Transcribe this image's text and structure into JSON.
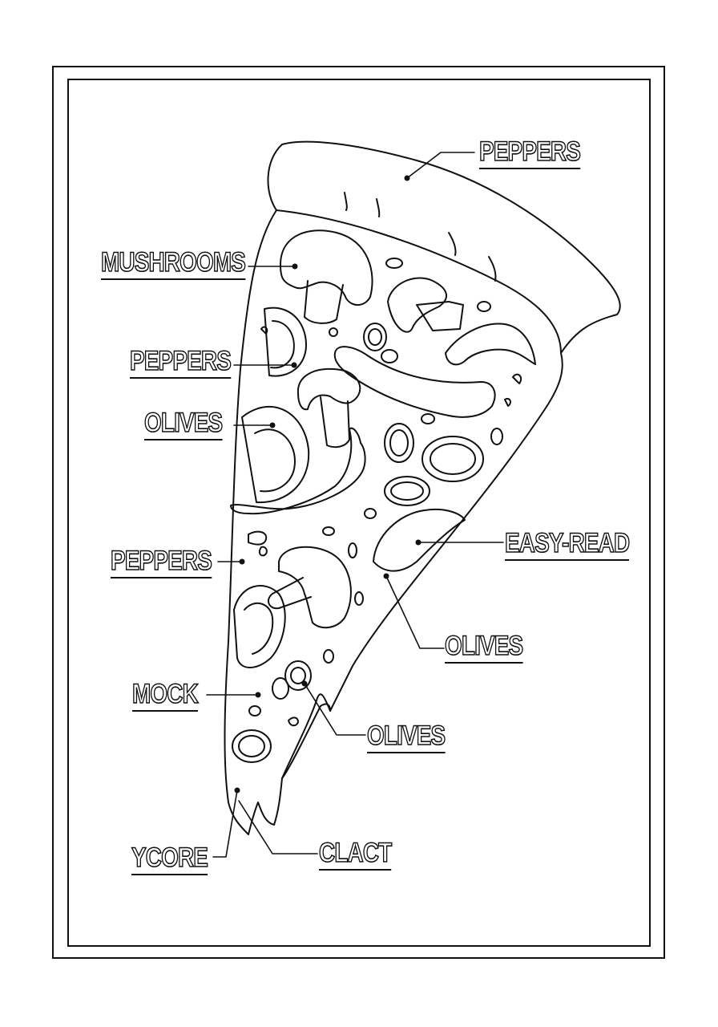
{
  "labels": {
    "crust": "PEPPERS",
    "mushrooms": "MUSHROOMS",
    "peppers_left_top": "PEPPERS",
    "olives_left": "OLIVES",
    "easy_read": "EASY-READ",
    "peppers_left_mid": "PEPPERS",
    "olives_right": "OLIVES",
    "mock": "MOCK",
    "olives_bottom": "OLIVES",
    "ycore": "YCORE",
    "clact": "CLACT"
  }
}
